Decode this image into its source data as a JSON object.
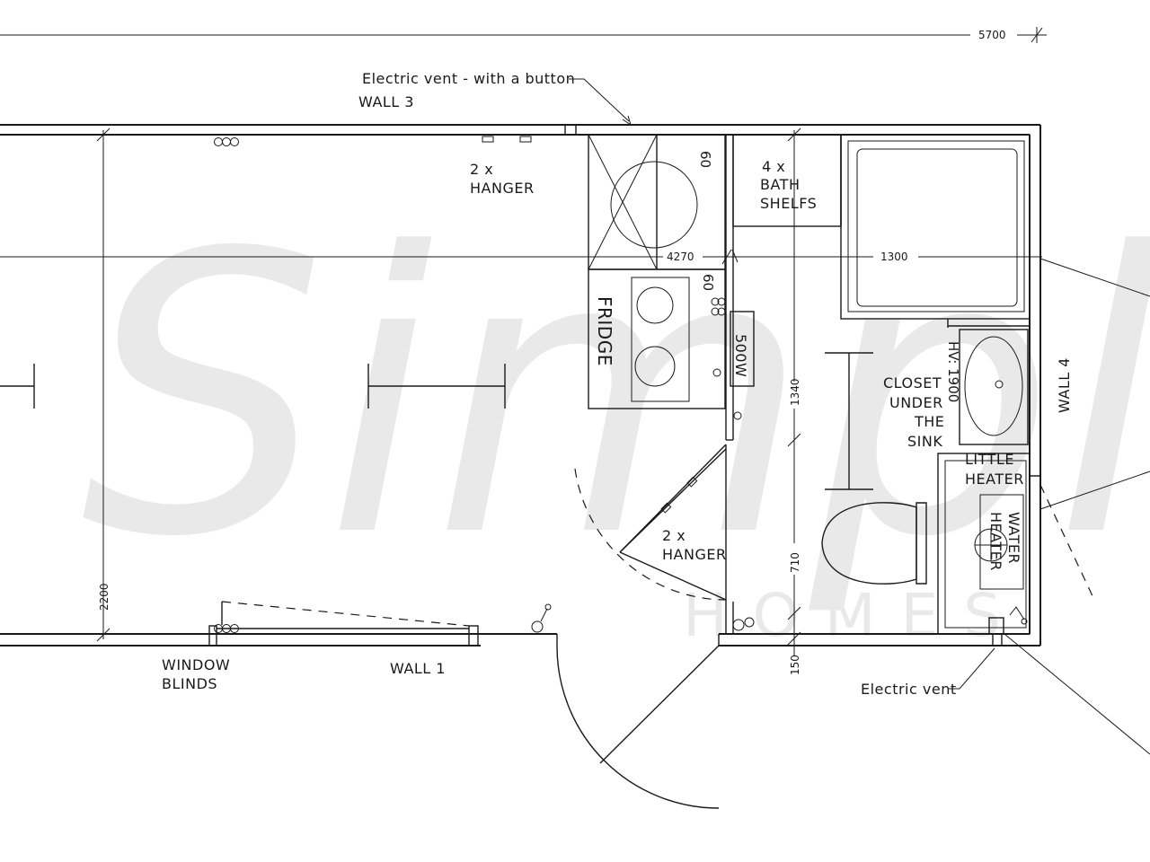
{
  "dimensions": {
    "overall_length": "5700",
    "width_total": "2200",
    "room_length": "4270",
    "bath_length": "1300",
    "seg_1340": "1340",
    "seg_710": "710",
    "seg_150": "150",
    "washer_60": "60",
    "fridge_60": "60",
    "hv": "HV: 1900"
  },
  "labels": {
    "electric_vent_button": "Electric vent - with a button",
    "wall_3": "WALL 3",
    "wall_1": "WALL 1",
    "wall_4": "WALL 4",
    "hanger_top": [
      "2 x",
      "HANGER"
    ],
    "hanger_bottom": [
      "2 x",
      "HANGER"
    ],
    "bath_shelfs": [
      "4 x",
      "BATH",
      "SHELFS"
    ],
    "fridge": "FRIDGE",
    "heater_500w": "500W",
    "closet": [
      "CLOSET",
      "UNDER",
      "THE",
      "SINK"
    ],
    "little_heater": [
      "LITTLE",
      "HEATER"
    ],
    "water_heater": [
      "WATER",
      "HEATER"
    ],
    "window_blinds": [
      "WINDOW",
      "BLINDS"
    ],
    "electric_vent": "Electric vent"
  },
  "watermark": {
    "script": "Simple",
    "sub": "HOMES"
  }
}
